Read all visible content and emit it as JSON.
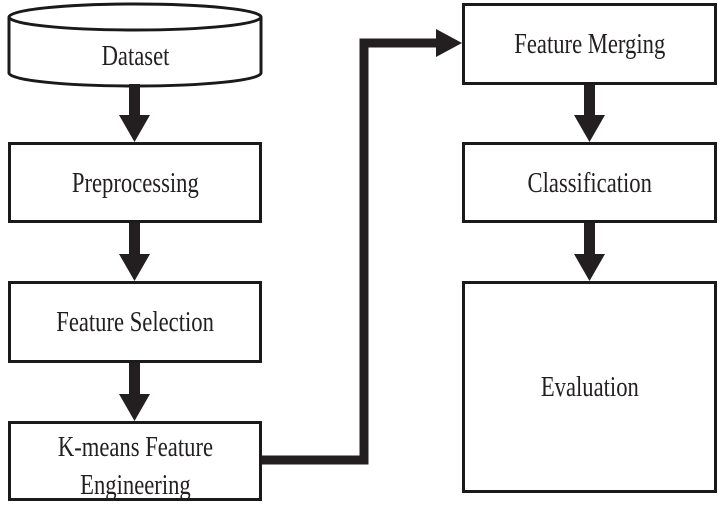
{
  "diagram": {
    "nodes": {
      "dataset": "Dataset",
      "preprocessing": "Preprocessing",
      "feature_selection": "Feature Selection",
      "kmeans": "K-means Feature\nEngineering",
      "feature_merging": "Feature Merging",
      "classification": "Classification",
      "evaluation": "Evaluation"
    },
    "edges": [
      {
        "from": "dataset",
        "to": "preprocessing"
      },
      {
        "from": "preprocessing",
        "to": "feature_selection"
      },
      {
        "from": "feature_selection",
        "to": "kmeans"
      },
      {
        "from": "kmeans",
        "to": "feature_merging"
      },
      {
        "from": "feature_merging",
        "to": "classification"
      },
      {
        "from": "classification",
        "to": "evaluation"
      }
    ],
    "colors": {
      "stroke": "#1a1a1a",
      "text": "#231f20",
      "background": "#ffffff"
    }
  }
}
